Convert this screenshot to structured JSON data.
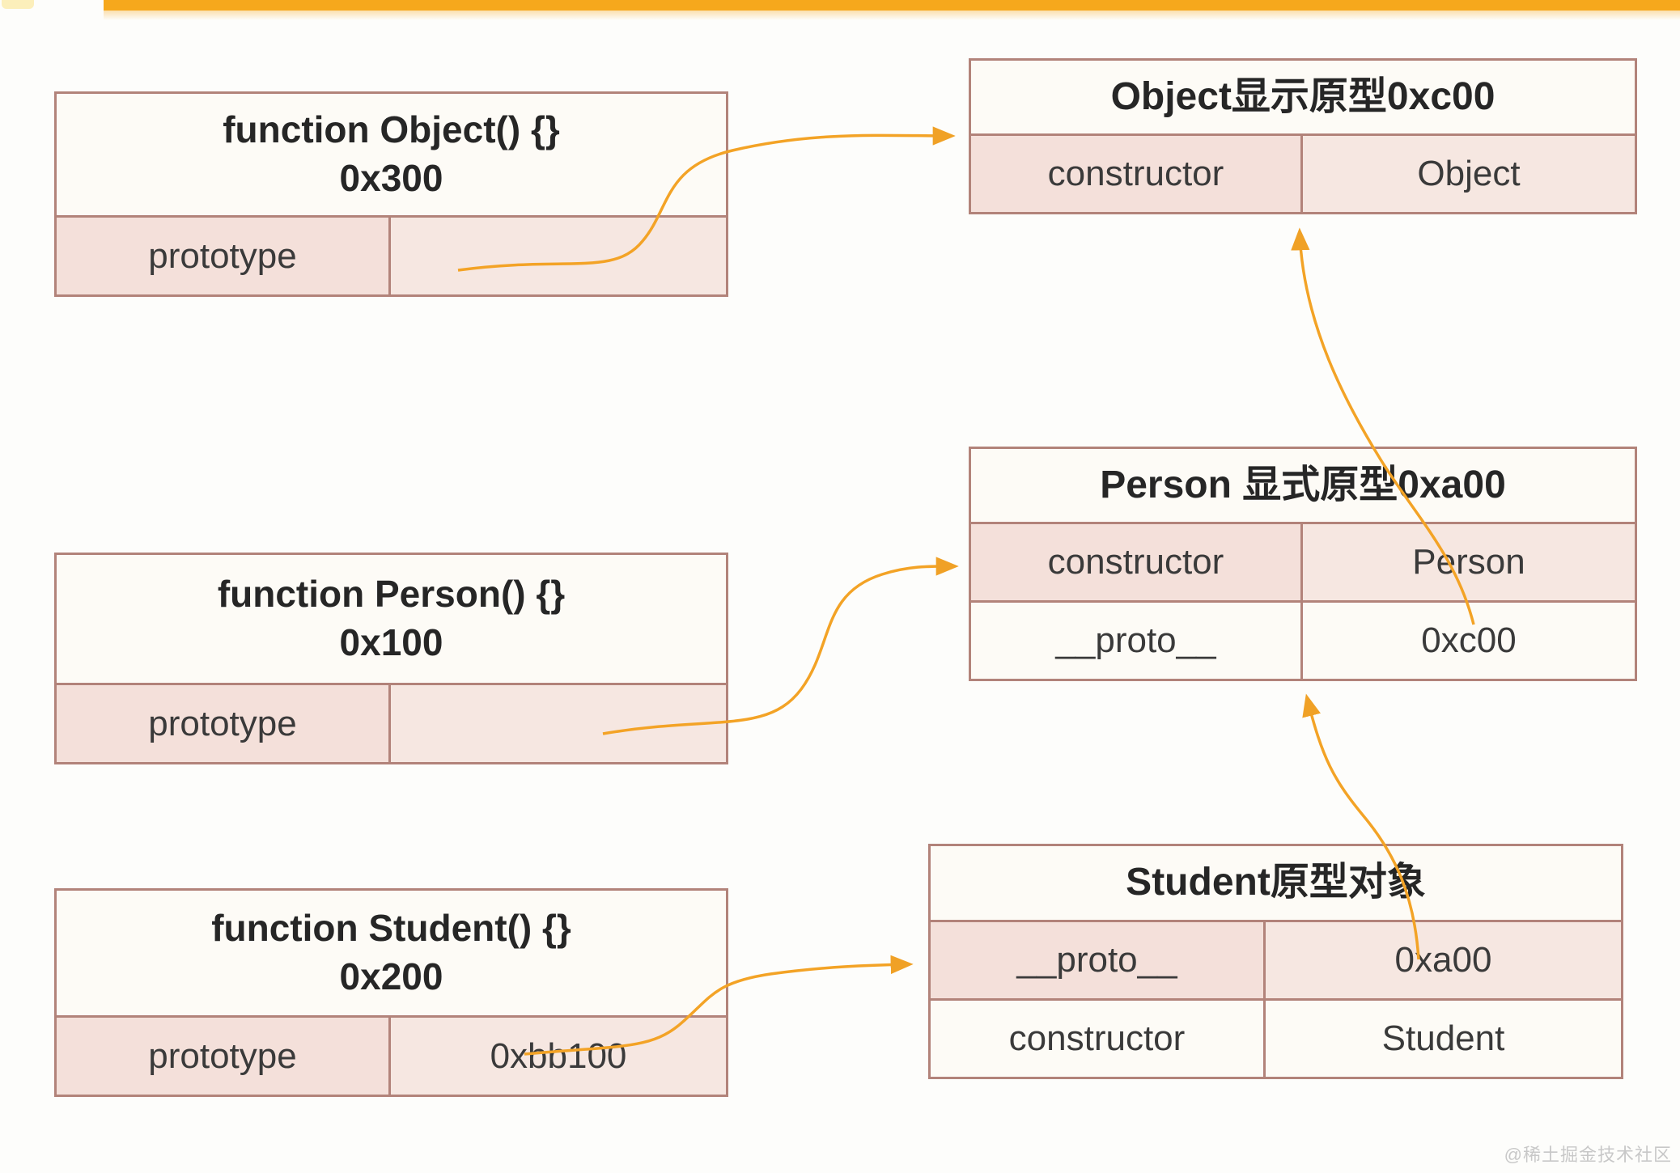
{
  "page": {
    "background": "#fdfdfb",
    "top_bar_color": "#f6a81c",
    "watermark": "@稀土掘金技术社区"
  },
  "colors": {
    "box_border": "#b2837a",
    "cell_pink": "#f4e0da",
    "cell_white": "#fdfbf6",
    "arrow_orange": "#f3a326",
    "text": "#2a2a2a"
  },
  "boxes": {
    "func_object": {
      "title1": "function Object() {}",
      "title2": "0x300",
      "row": {
        "label": "prototype",
        "value": ""
      }
    },
    "object_proto": {
      "title": "Object显示原型0xc00",
      "rows": [
        {
          "label": "constructor",
          "value": "Object"
        }
      ]
    },
    "func_person": {
      "title1": "function Person() {}",
      "title2": "0x100",
      "row": {
        "label": "prototype",
        "value": ""
      }
    },
    "person_proto": {
      "title": "Person 显式原型0xa00",
      "rows": [
        {
          "label": "constructor",
          "value": "Person"
        },
        {
          "label": "__proto__",
          "value": "0xc00"
        }
      ]
    },
    "func_student": {
      "title1": "function Student() {}",
      "title2": "0x200",
      "row": {
        "label": "prototype",
        "value": "0xbb100"
      }
    },
    "student_proto": {
      "title": "Student原型对象",
      "rows": [
        {
          "label": "__proto__",
          "value": "0xa00"
        },
        {
          "label": "constructor",
          "value": "Student"
        }
      ]
    }
  },
  "arrows": [
    {
      "from": "function Object() prototype",
      "to": "Object显示原型0xc00"
    },
    {
      "from": "Person 显式原型 __proto__ 0xc00",
      "to": "Object显示原型0xc00"
    },
    {
      "from": "function Person() prototype",
      "to": "Person 显式原型0xa00"
    },
    {
      "from": "Student原型对象 __proto__ 0xa00",
      "to": "Person 显式原型0xa00"
    },
    {
      "from": "function Student() prototype 0xbb100",
      "to": "Student原型对象"
    }
  ]
}
